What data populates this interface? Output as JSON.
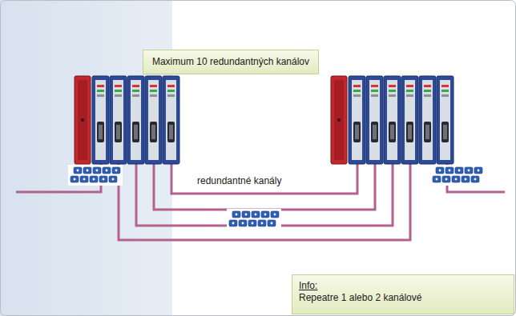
{
  "diagram": {
    "nodes": [
      {
        "text": [
          "Maximum 10 redundantných kanálov"
        ]
      },
      {
        "text": [
          "Info:",
          "Repeatre 1 alebo 2 kanálové"
        ]
      }
    ],
    "labels": [
      "redundantné kanály"
    ]
  }
}
